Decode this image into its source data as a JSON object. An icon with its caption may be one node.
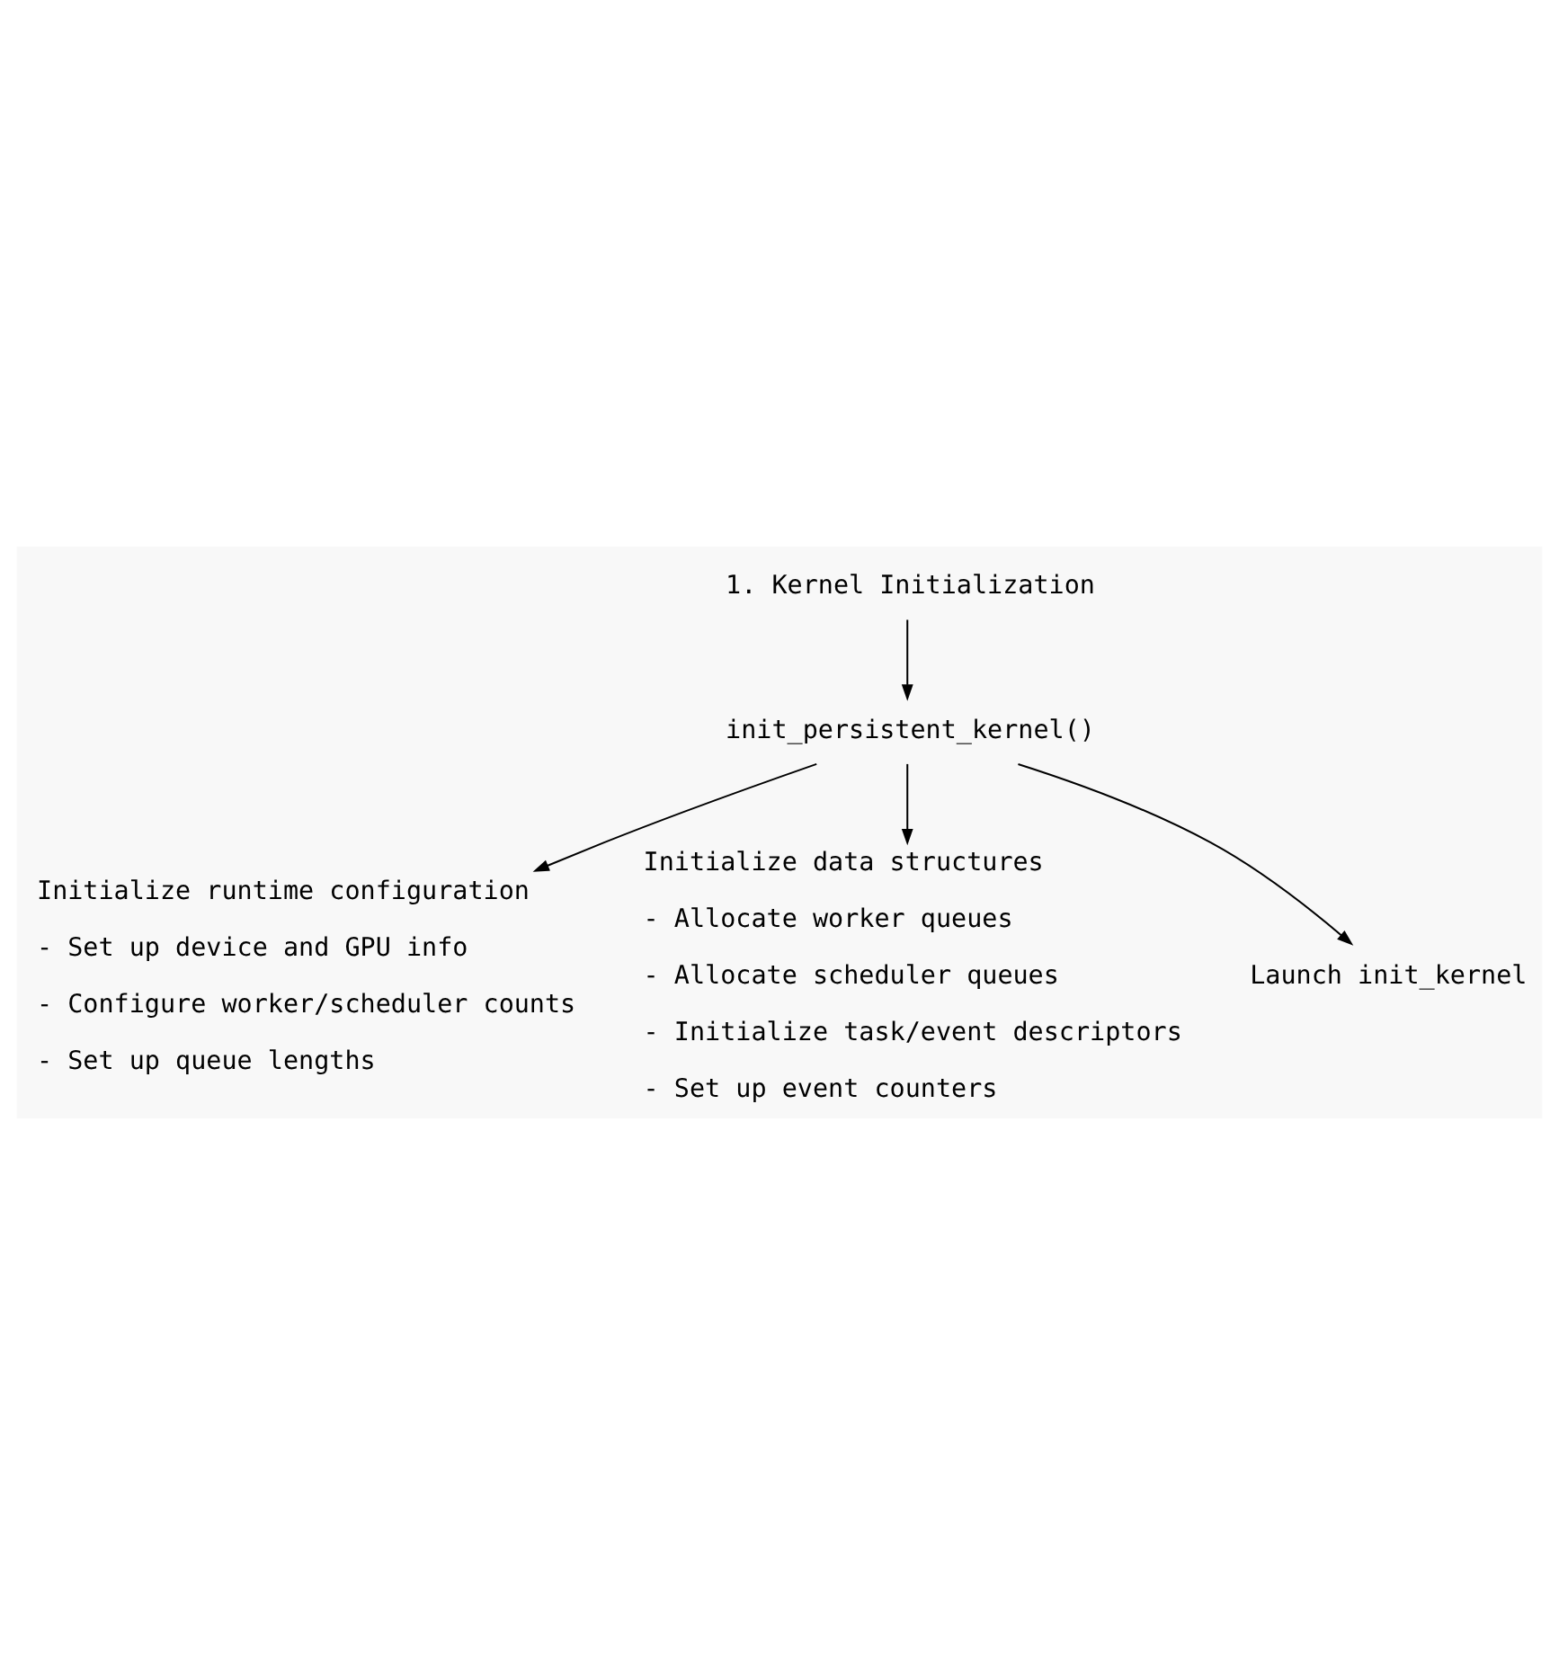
{
  "diagram": {
    "nodes": [
      {
        "text": [
          "1. Kernel Initialization"
        ]
      },
      {
        "text": [
          "init_persistent_kernel()"
        ]
      },
      {
        "text": [
          "Initialize runtime configuration",
          "- Set up device and GPU info",
          "- Configure worker/scheduler counts",
          "- Set up queue lengths"
        ]
      },
      {
        "text": [
          "Initialize data structures",
          "- Allocate worker queues",
          "- Allocate scheduler queues",
          "- Initialize task/event descriptors",
          "- Set up event counters"
        ]
      },
      {
        "text": [
          "Launch init_kernel"
        ]
      }
    ],
    "edges": [
      {
        "from": 0,
        "to": 1,
        "arrow": "to"
      },
      {
        "from": 1,
        "to": 2,
        "arrow": "to"
      },
      {
        "from": 1,
        "to": 3,
        "arrow": "to"
      },
      {
        "from": 1,
        "to": 4,
        "arrow": "to"
      }
    ]
  }
}
